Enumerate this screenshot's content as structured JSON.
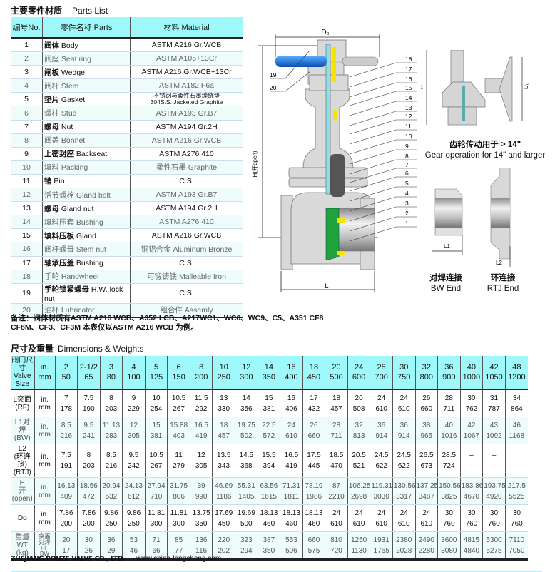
{
  "parts_list": {
    "title_cn": "主要零件材质",
    "title_en": "Parts List",
    "headers": [
      "编号No.",
      "零件名称 Parts",
      "材料 Material"
    ],
    "rows": [
      {
        "no": "1",
        "cn": "阀体",
        "en": "Body",
        "material": "ASTM A216 Gr.WCB"
      },
      {
        "no": "2",
        "cn": "阀座",
        "en": "Seat ring",
        "material": "ASTM A105+13Cr"
      },
      {
        "no": "3",
        "cn": "闸板",
        "en": "Wedge",
        "material": "ASTM A216 Gr.WCB+13Cr"
      },
      {
        "no": "4",
        "cn": "阀杆",
        "en": "Stem",
        "material": "ASTM A182 F6a"
      },
      {
        "no": "5",
        "cn": "垫片",
        "en": "Gasket",
        "material": "不锈钢与柔性石墨缠绕垫",
        "material2": "304S.S. Jacketed Graphite"
      },
      {
        "no": "6",
        "cn": "螺柱",
        "en": "Stud",
        "material": "ASTM A193 Gr.B7"
      },
      {
        "no": "7",
        "cn": "螺母",
        "en": "Nut",
        "material": "ASTM A194 Gr.2H"
      },
      {
        "no": "8",
        "cn": "阀盖",
        "en": "Bonnet",
        "material": "ASTM A216 Gr.WCB"
      },
      {
        "no": "9",
        "cn": "上密封座",
        "en": "Backseat",
        "material": "ASTM A276 410"
      },
      {
        "no": "10",
        "cn": "填料",
        "en": "Packing",
        "material": "柔性石墨  Graphite"
      },
      {
        "no": "11",
        "cn": "销",
        "en": "Pin",
        "material": "C.S."
      },
      {
        "no": "12",
        "cn": "活节螺栓",
        "en": "Gland bolt",
        "material": "ASTM A193 Gr.B7"
      },
      {
        "no": "13",
        "cn": "螺母",
        "en": "Gland nut",
        "material": "ASTM A194 Gr.2H"
      },
      {
        "no": "14",
        "cn": "填料压套",
        "en": "Bushing",
        "material": "ASTM A276 410"
      },
      {
        "no": "15",
        "cn": "填料压板",
        "en": "Gland",
        "material": "ASTM A216 Gr.WCB"
      },
      {
        "no": "16",
        "cn": "阀杆螺母",
        "en": "Stem nut",
        "material": "铜铝合金 Aluminum Bronze"
      },
      {
        "no": "17",
        "cn": "轴承压盖",
        "en": "Bushing",
        "material": "C.S."
      },
      {
        "no": "18",
        "cn": "手轮",
        "en": "Handwheel",
        "material": "可锻铸铁   Malleable Iron"
      },
      {
        "no": "19",
        "cn": "手轮锁紧螺母",
        "en": "H.W. lock nut",
        "material": "C.S."
      },
      {
        "no": "20",
        "cn": "油杯",
        "en": "Lubricator",
        "material": "组合件  Assemly"
      }
    ]
  },
  "note": "备注：阀体材质有ASTM A216 WCB、A352 LCB、A217WC1、WC6、WC9、C5、A351 CF8 CF8M、CF3、CF3M 本表仅以ASTM A216 WCB 为例。",
  "diagram": {
    "labels": [
      "1",
      "2",
      "3",
      "4",
      "5",
      "6",
      "7",
      "8",
      "9",
      "10",
      "11",
      "12",
      "13",
      "14",
      "15",
      "16",
      "17",
      "18",
      "19",
      "20"
    ],
    "dim_do": "D₀",
    "dim_h": "H(开open)",
    "dim_l": "L",
    "gear_h": "H",
    "gear_do": "D₀",
    "gear_caption_cn": "齿轮传动用于 > 14\"",
    "gear_caption_en": "Gear operation for 14\" and larger",
    "l1": "L1",
    "l2": "L2",
    "bw_cn": "对焊连接",
    "bw_en": "BW End",
    "rtj_cn": "环连接",
    "rtj_en": "RTJ End",
    "colors": {
      "handwheel": "#1e73d8",
      "yellow": "#f5e400",
      "green": "#1fa33a",
      "stem": "#8fe0e0",
      "body": "#d9d9d9"
    }
  },
  "dimensions": {
    "title_cn": "尺寸及重量",
    "title_en": "Dimensions & Weights",
    "header_label": [
      "阀门尺寸",
      "Valve",
      "Size"
    ],
    "header_unit": [
      "in.",
      "mm"
    ],
    "sizes_in": [
      "2",
      "2-1/2",
      "3",
      "4",
      "5",
      "6",
      "8",
      "10",
      "12",
      "14",
      "16",
      "18",
      "20",
      "24",
      "28",
      "30",
      "32",
      "36",
      "40",
      "42",
      "48"
    ],
    "sizes_mm": [
      "50",
      "65",
      "80",
      "100",
      "125",
      "150",
      "200",
      "250",
      "300",
      "350",
      "400",
      "450",
      "500",
      "600",
      "700",
      "750",
      "800",
      "900",
      "1000",
      "1050",
      "1200"
    ],
    "rows": [
      {
        "label": [
          "L突面",
          "(RF)"
        ],
        "unit": [
          "in.",
          "mm"
        ],
        "a": [
          "7",
          "7.5",
          "8",
          "9",
          "10",
          "10.5",
          "11.5",
          "13",
          "14",
          "15",
          "16",
          "17",
          "18",
          "20",
          "24",
          "24",
          "26",
          "28",
          "30",
          "31",
          "34"
        ],
        "b": [
          "178",
          "190",
          "203",
          "229",
          "254",
          "267",
          "292",
          "330",
          "356",
          "381",
          "406",
          "432",
          "457",
          "508",
          "610",
          "610",
          "660",
          "711",
          "762",
          "787",
          "864"
        ]
      },
      {
        "label": [
          "L1对焊",
          "(BW)"
        ],
        "unit": [
          "in.",
          "mm"
        ],
        "a": [
          "8.5",
          "9.5",
          "11.13",
          "12",
          "15",
          "15.88",
          "16.5",
          "18",
          "19.75",
          "22.5",
          "24",
          "26",
          "28",
          "32",
          "36",
          "36",
          "38",
          "40",
          "42",
          "43",
          "46"
        ],
        "b": [
          "216",
          "241",
          "283",
          "305",
          "381",
          "403",
          "419",
          "457",
          "502",
          "572",
          "610",
          "660",
          "711",
          "813",
          "914",
          "914",
          "965",
          "1016",
          "1067",
          "1092",
          "1168"
        ]
      },
      {
        "label": [
          "L2",
          "(环连接)",
          "(RTJ)"
        ],
        "unit": [
          "in.",
          "mm"
        ],
        "a": [
          "7.5",
          "8",
          "8.5",
          "9.5",
          "10.5",
          "11",
          "12",
          "13.5",
          "14.5",
          "15.5",
          "16.5",
          "17.5",
          "18.5",
          "20.5",
          "24.5",
          "24.5",
          "26.5",
          "28.5",
          "–",
          "–",
          ""
        ],
        "b": [
          "191",
          "203",
          "216",
          "242",
          "267",
          "279",
          "305",
          "343",
          "368",
          "394",
          "419",
          "445",
          "470",
          "521",
          "622",
          "622",
          "673",
          "724",
          "–",
          "–",
          ""
        ]
      },
      {
        "label": [
          "H",
          "开",
          "(open)"
        ],
        "unit": [
          "in.",
          "mm"
        ],
        "a": [
          "16.13",
          "18.56",
          "20.94",
          "24.13",
          "27.94",
          "31.75",
          "39",
          "46.69",
          "55.31",
          "63.56",
          "71.31",
          "78.19",
          "87",
          "106.25",
          "119.31",
          "130.56",
          "137.25",
          "150.56",
          "183.86",
          "193.75",
          "217.5"
        ],
        "b": [
          "409",
          "472",
          "532",
          "612",
          "710",
          "806",
          "990",
          "1186",
          "1405",
          "1615",
          "1811",
          "1986",
          "2210",
          "2698",
          "3030",
          "3317",
          "3487",
          "3825",
          "4670",
          "4920",
          "5525"
        ]
      },
      {
        "label": [
          "Do"
        ],
        "unit": [
          "in.",
          "mm"
        ],
        "a": [
          "7.86",
          "7.86",
          "9.86",
          "9.86",
          "11.81",
          "11.81",
          "13.75",
          "17.69",
          "19.69",
          "18.13",
          "18.13",
          "18.13",
          "24",
          "24",
          "24",
          "24",
          "24",
          "30",
          "30",
          "30",
          "30"
        ],
        "b": [
          "200",
          "200",
          "250",
          "250",
          "300",
          "300",
          "350",
          "450",
          "500",
          "460",
          "460",
          "460",
          "610",
          "610",
          "610",
          "610",
          "610",
          "760",
          "760",
          "760",
          "760"
        ]
      },
      {
        "label": [
          "重量",
          "WT",
          "(kg)"
        ],
        "unit": [
          "突面",
          "对焊",
          "RF",
          "BW"
        ],
        "a": [
          "20",
          "30",
          "36",
          "53",
          "71",
          "85",
          "136",
          "220",
          "323",
          "387",
          "553",
          "660",
          "810",
          "1250",
          "1931",
          "2380",
          "2490",
          "3600",
          "4815",
          "5300",
          "7110"
        ],
        "b": [
          "17",
          "26",
          "29",
          "46",
          "66",
          "77",
          "116",
          "202",
          "294",
          "350",
          "506",
          "575",
          "720",
          "1130",
          "1765",
          "2028",
          "2280",
          "3080",
          "4840",
          "5275",
          "7050"
        ]
      }
    ]
  },
  "footer": {
    "company": "ZHEJIANG RONZE VALVE CO., LTD.",
    "url": "www.china-longcheng.com"
  }
}
